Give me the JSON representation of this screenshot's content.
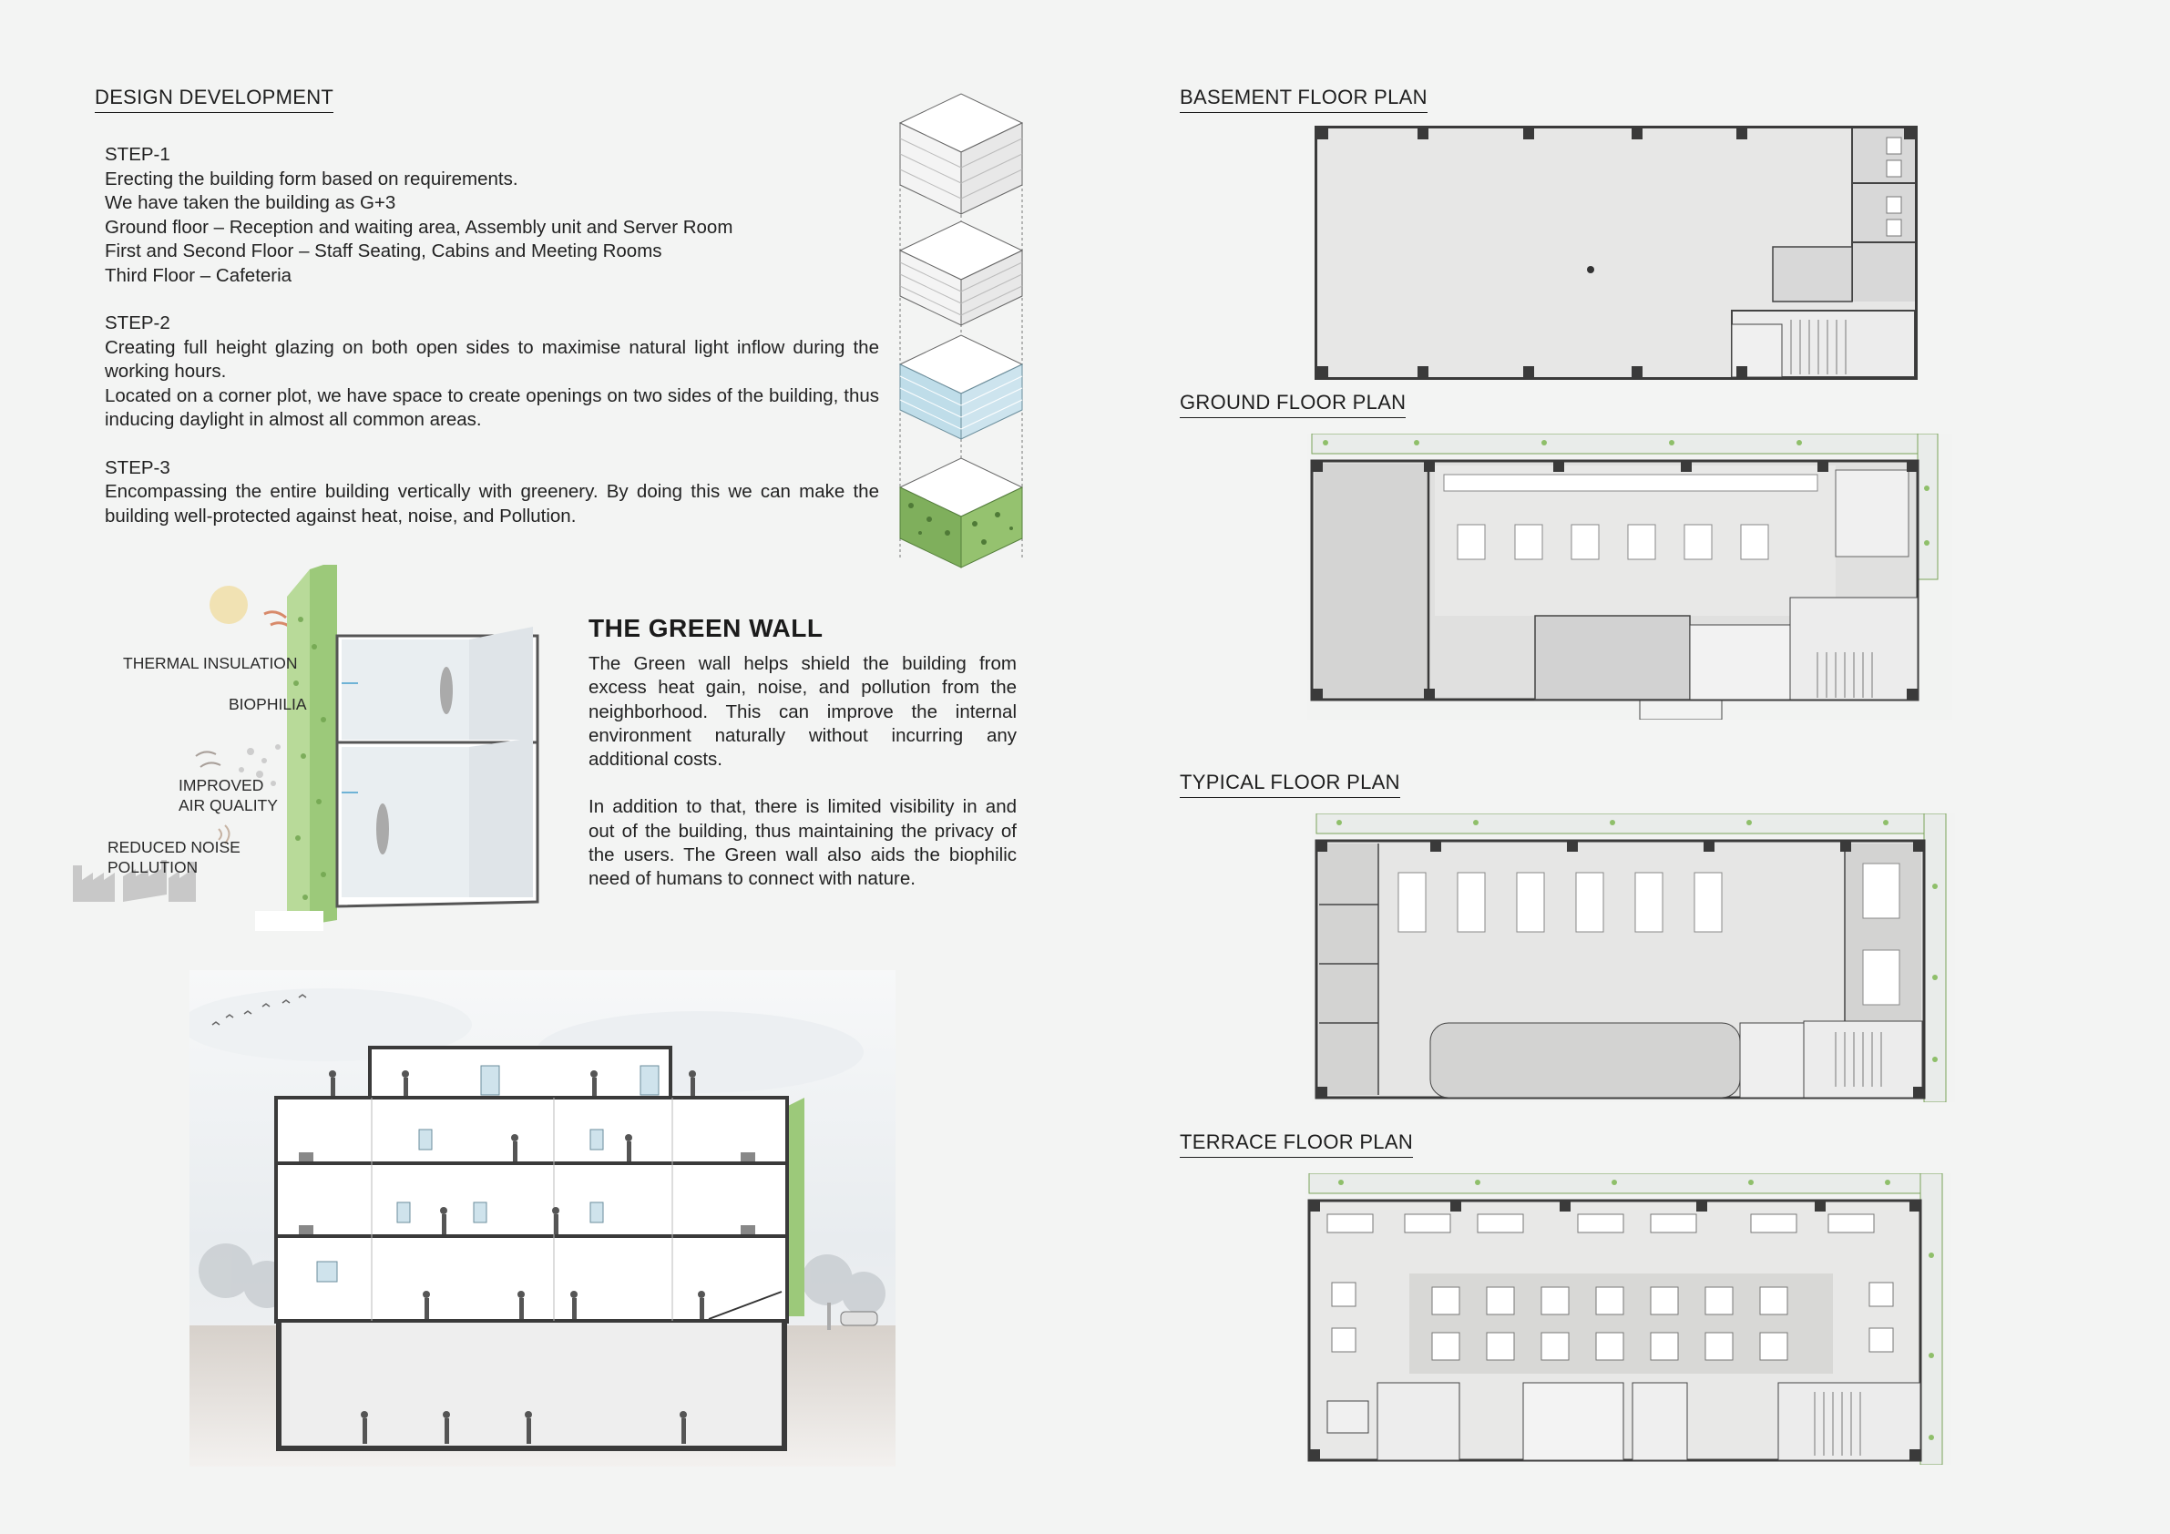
{
  "design_development": {
    "heading": "DESIGN DEVELOPMENT",
    "steps": [
      {
        "title": "STEP-1",
        "lines": [
          "Erecting the building form based on requirements.",
          "We have taken the building as G+3",
          "Ground floor – Reception and waiting area, Assembly unit and Server Room",
          "First and Second Floor – Staff Seating, Cabins and Meeting Rooms",
          "Third Floor – Cafeteria"
        ]
      },
      {
        "title": "STEP-2",
        "lines": [
          "Creating full height glazing on both open sides to maximise natural light inflow during the working hours.",
          "Located on a corner plot, we have space to create openings on two sides of the building, thus inducing daylight in almost all common areas."
        ]
      },
      {
        "title": "STEP-3",
        "lines": [
          "Encompassing the entire building vertically with greenery. By doing this we can make the building well-protected against heat, noise, and Pollution."
        ]
      }
    ]
  },
  "green_wall": {
    "title": "THE GREEN WALL",
    "paragraphs": [
      "The Green wall helps shield the building from excess heat gain, noise, and pollution from the neighborhood. This can improve the internal environment naturally without incurring any additional costs.",
      "In addition to that, there is limited visibility in and out of the building, thus maintaining the privacy of the users. The Green wall also aids the biophilic need of humans to connect with nature."
    ],
    "labels": {
      "thermal": "THERMAL INSULATION",
      "biophilia": "BIOPHILIA",
      "air_1": "IMPROVED",
      "air_2": "AIR QUALITY",
      "noise_1": "REDUCED NOISE",
      "noise_2": "POLLUTION"
    }
  },
  "plans": {
    "basement": "BASEMENT FLOOR PLAN",
    "ground": "GROUND FLOOR PLAN",
    "typical": "TYPICAL FLOOR PLAN",
    "terrace": "TERRACE FLOOR PLAN"
  },
  "colors": {
    "wall": "#3a3a3a",
    "floor": "#e6e6e5",
    "greenery": "#8fbf6a",
    "glazing": "#a9cfe0",
    "furniture": "#ffffff"
  }
}
